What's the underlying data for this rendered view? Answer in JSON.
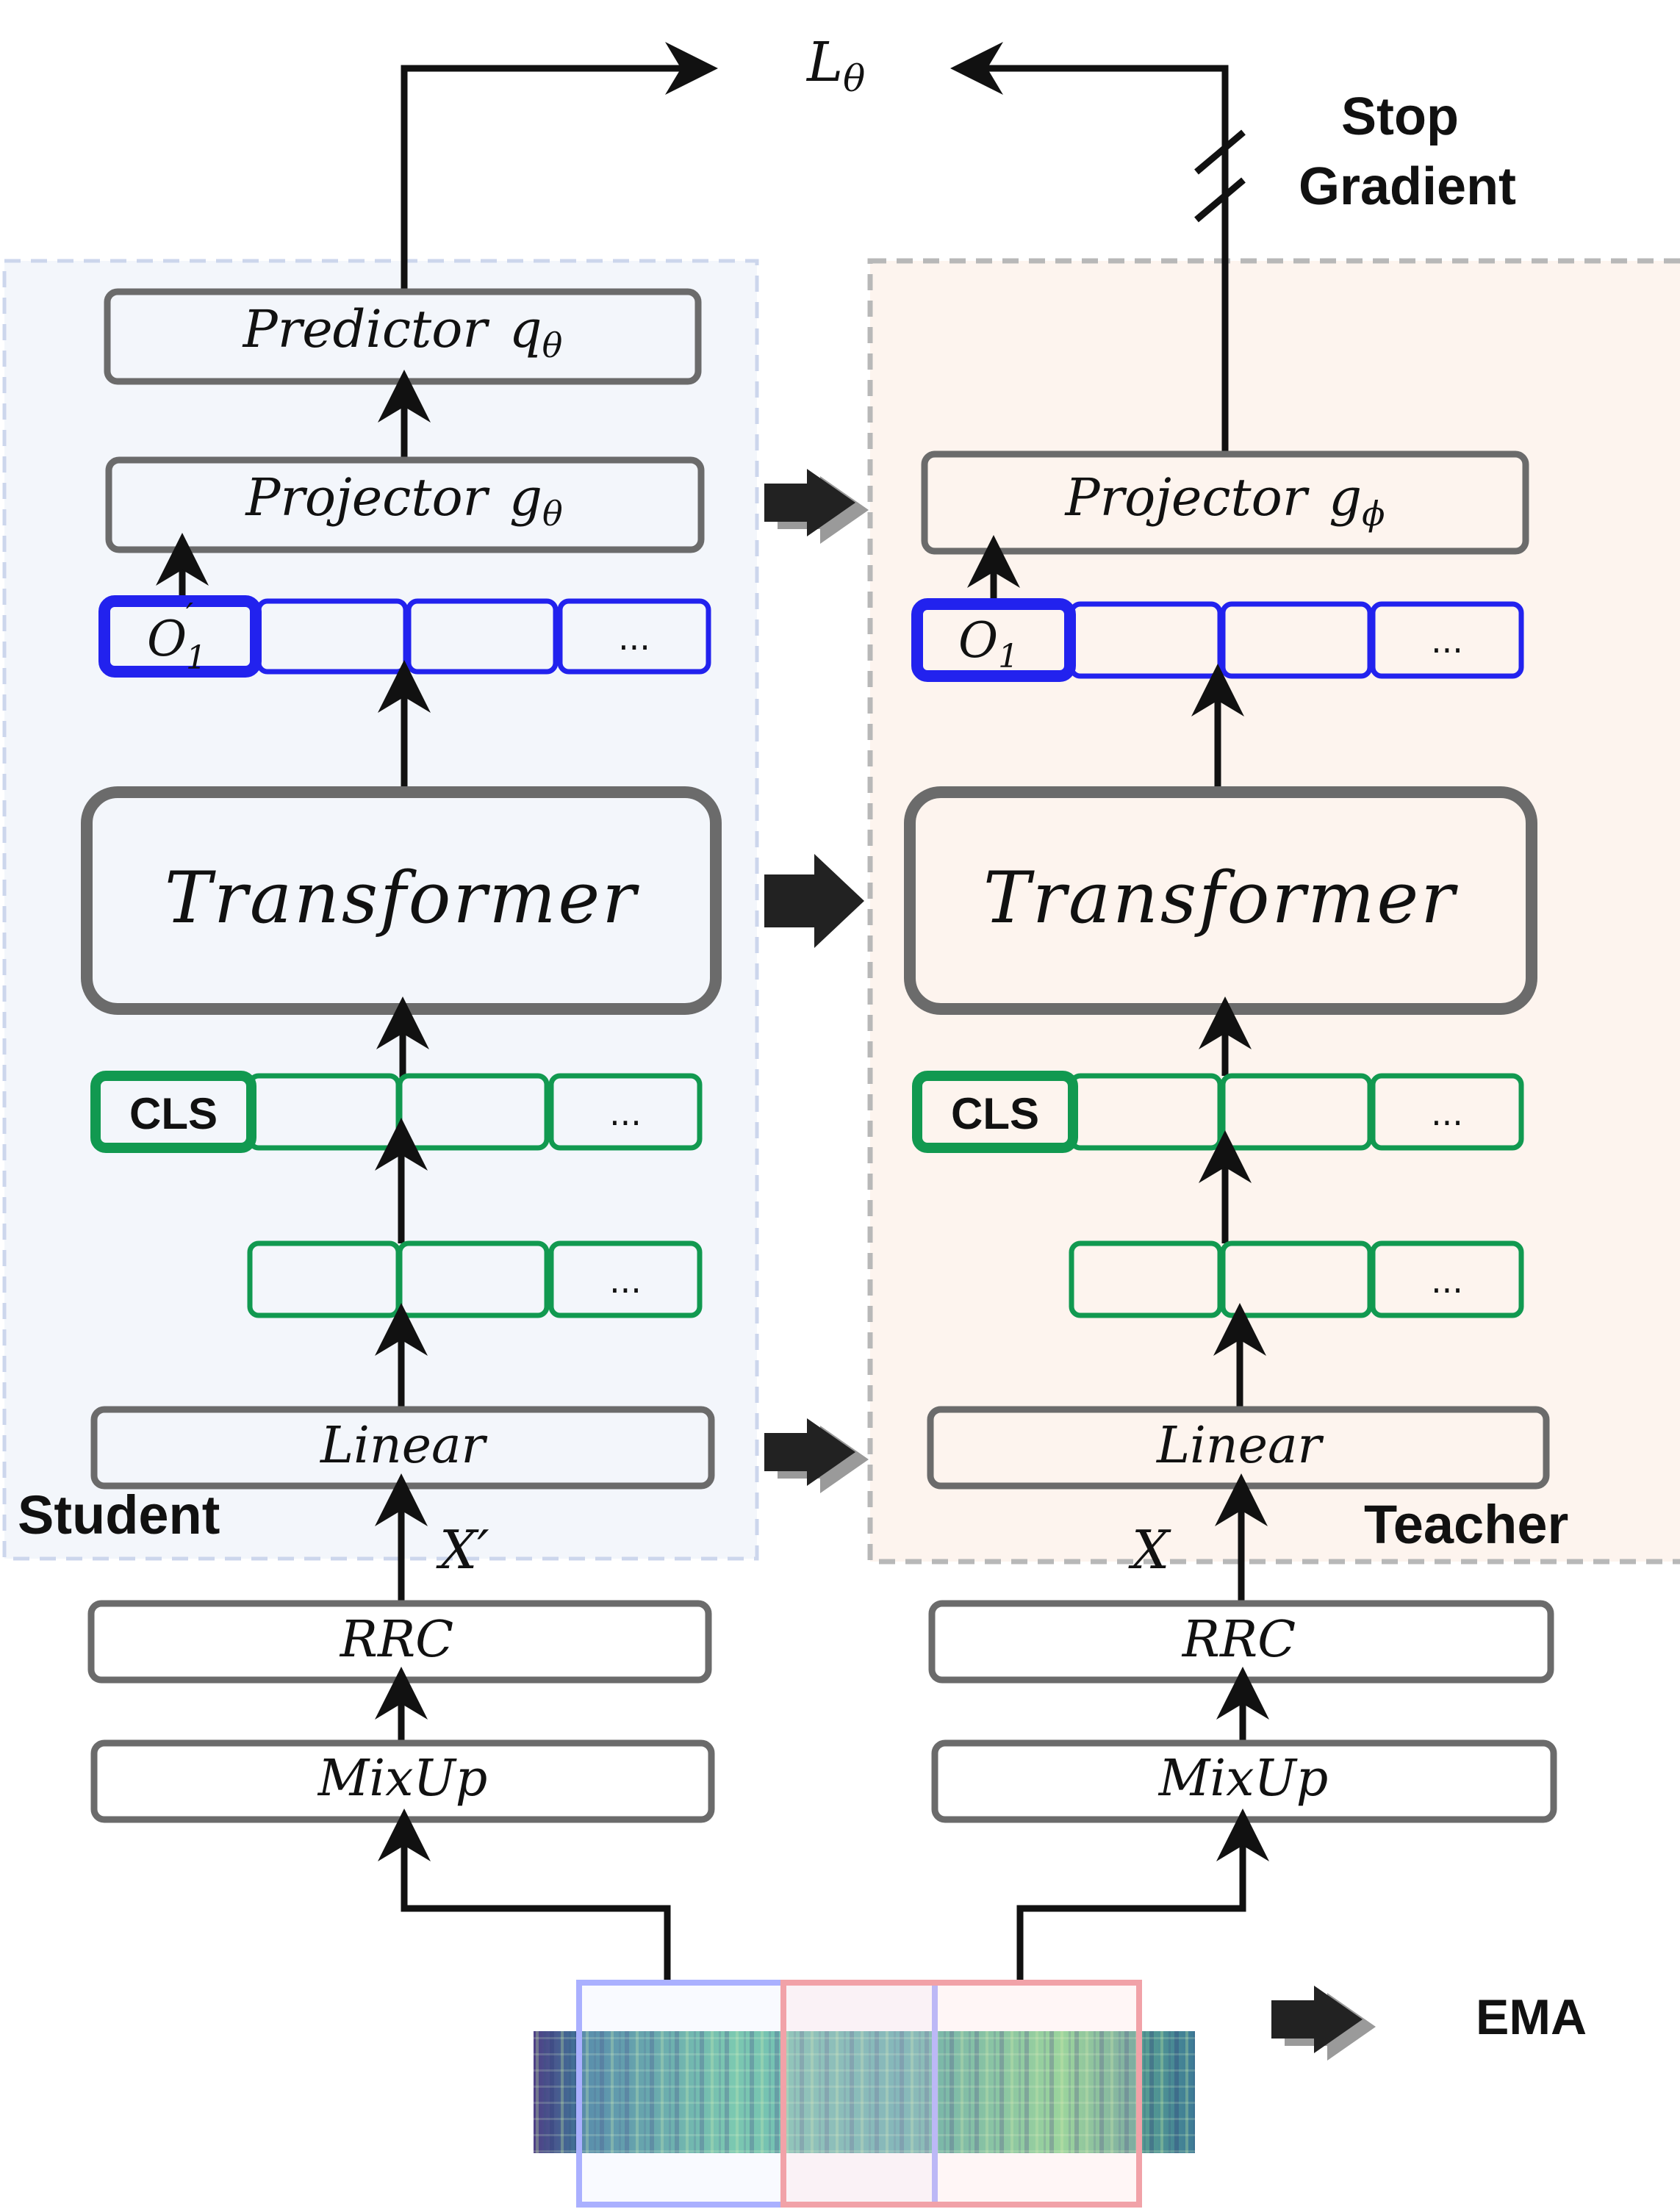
{
  "loss_label": "L",
  "loss_sub": "θ",
  "stop_gradient": [
    "Stop",
    "Gradient"
  ],
  "ema_label": "EMA",
  "student": {
    "label": "Student",
    "predictor": "Predictor",
    "predictor_sym": "q",
    "predictor_sub": "θ",
    "projector": "Projector",
    "projector_sym": "g",
    "projector_sub": "θ",
    "output_token": "O",
    "output_token_sub": "1",
    "output_token_prime": "′",
    "ellipsis": "...",
    "transformer": "Transformer",
    "cls": "CLS",
    "linear": "Linear",
    "input": "X′",
    "rrc": "RRC",
    "mixup": "MixUp"
  },
  "teacher": {
    "label": "Teacher",
    "projector": "Projector",
    "projector_sym": "g",
    "projector_sub": "ϕ",
    "output_token": "O",
    "output_token_sub": "1",
    "ellipsis": "...",
    "transformer": "Transformer",
    "cls": "CLS",
    "linear": "Linear",
    "input": "X",
    "rrc": "RRC",
    "mixup": "MixUp"
  },
  "colors": {
    "student_bg": "#f3f6fb",
    "teacher_bg": "#fdf4ee",
    "blue": "#2222ee",
    "green": "#119950",
    "box_border": "#6b6b6b"
  }
}
